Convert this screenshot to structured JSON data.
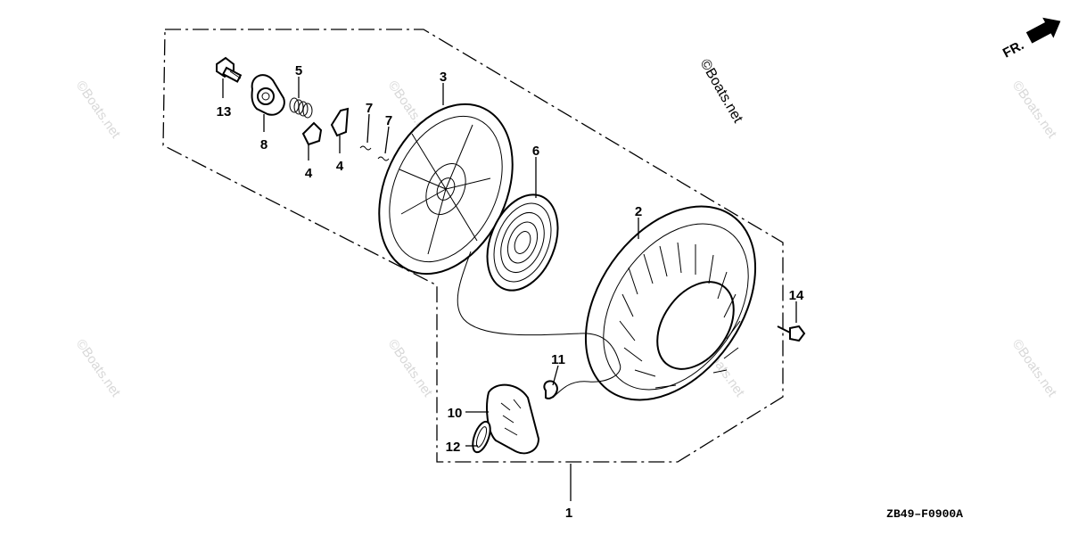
{
  "diagram": {
    "callouts": {
      "p1": "1",
      "p2": "2",
      "p3": "3",
      "p4a": "4",
      "p4b": "4",
      "p5": "5",
      "p6": "6",
      "p7a": "7",
      "p7b": "7",
      "p8": "8",
      "p10": "10",
      "p11": "11",
      "p12": "12",
      "p13": "13",
      "p14": "14"
    },
    "direction_label": "FR.",
    "diagram_code": "ZB49–F0900A",
    "watermark": "©Boats.net"
  }
}
